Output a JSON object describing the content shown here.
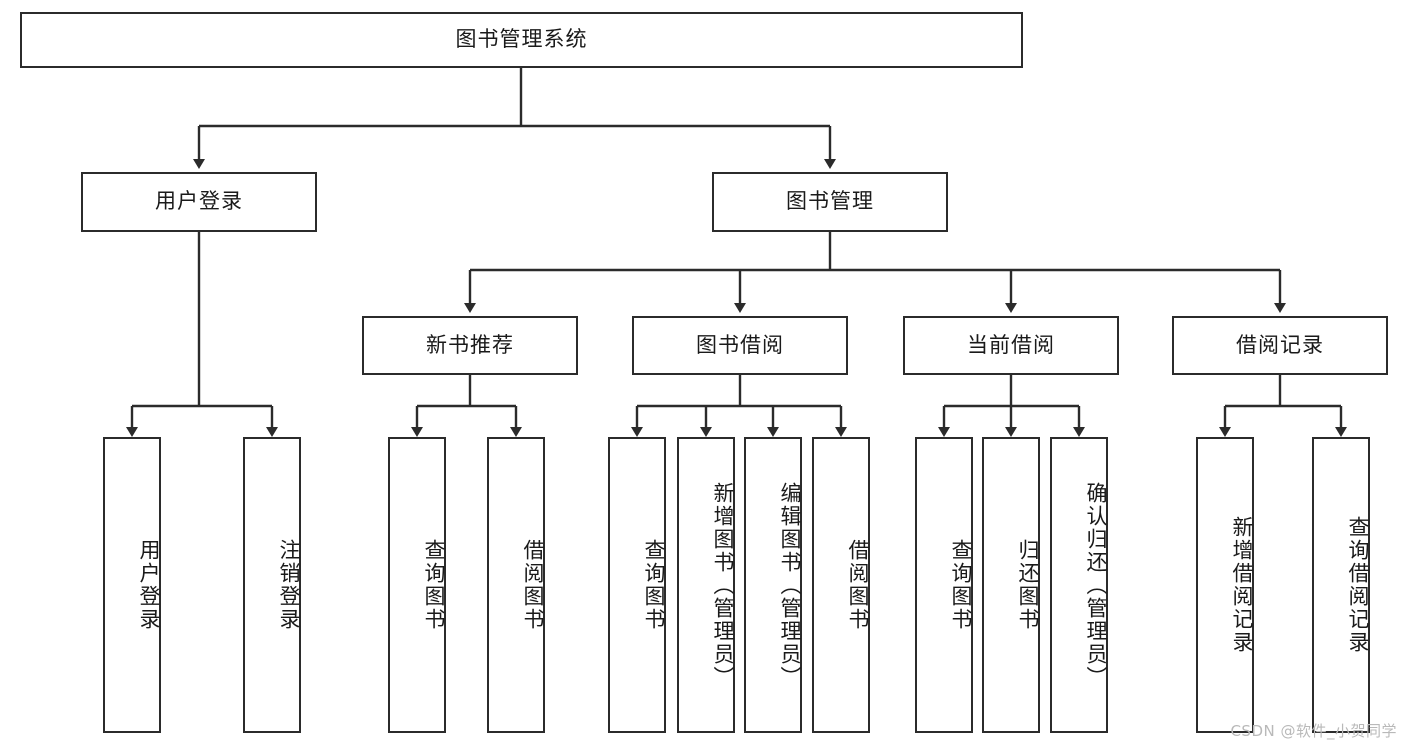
{
  "diagram": {
    "title": "图书管理系统",
    "type": "tree-hierarchy-diagram",
    "colors": {
      "box_border": "#2b2b2b",
      "box_fill": "#ffffff",
      "line": "#2b2b2b",
      "text": "#1a1a1a",
      "watermark": "#b9b9b9"
    },
    "root": {
      "label": "图书管理系统"
    },
    "level2": [
      {
        "label": "用户登录"
      },
      {
        "label": "图书管理"
      }
    ],
    "level3": [
      {
        "label": "新书推荐"
      },
      {
        "label": "图书借阅"
      },
      {
        "label": "当前借阅"
      },
      {
        "label": "借阅记录"
      }
    ],
    "leaves": {
      "user_login": [
        {
          "label": "用户登录"
        },
        {
          "label": "注销登录"
        }
      ],
      "new_book_recommend": [
        {
          "label": "查询图书"
        },
        {
          "label": "借阅图书"
        }
      ],
      "book_borrow": [
        {
          "label": "查询图书"
        },
        {
          "label": "新增图书（管理员）"
        },
        {
          "label": "编辑图书（管理员）"
        },
        {
          "label": "借阅图书"
        }
      ],
      "current_borrow": [
        {
          "label": "查询图书"
        },
        {
          "label": "归还图书"
        },
        {
          "label": "确认归还（管理员）"
        }
      ],
      "borrow_record": [
        {
          "label": "新增借阅记录"
        },
        {
          "label": "查询借阅记录"
        }
      ]
    }
  },
  "watermark": {
    "text": "CSDN @软件_小贺同学"
  }
}
